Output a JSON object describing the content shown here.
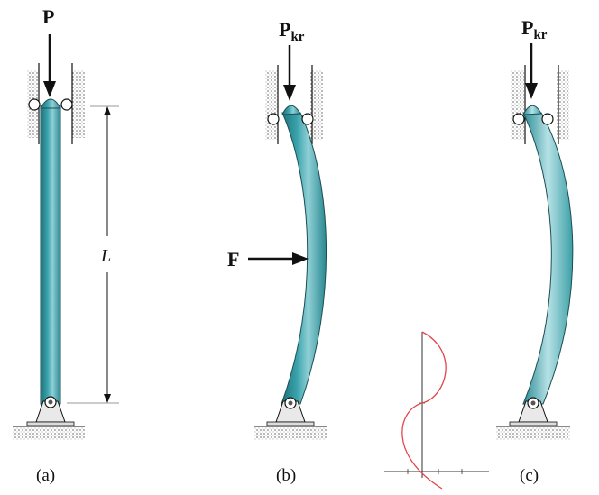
{
  "labels": {
    "load_a": "P",
    "load_b_main": "P",
    "load_b_sub": "kr",
    "load_c_main": "P",
    "load_c_sub": "kr",
    "force_b": "F",
    "length": "L",
    "caption_a": "(a)",
    "caption_b": "(b)",
    "caption_c": "(c)"
  },
  "colors": {
    "column": "#2e8f98",
    "column_light": "#9fd6dc",
    "wall_hatch": "#9a9a9a",
    "ink": "#111111",
    "curve": "#e0474c"
  }
}
